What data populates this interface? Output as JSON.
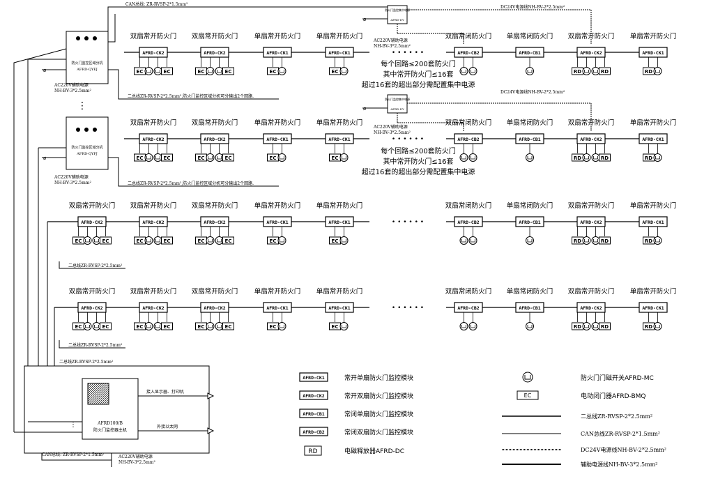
{
  "cluster_panel": {
    "title": "防火门监控区域分机",
    "model": "AFRD-QYFJ",
    "aux_power": "AC220V辅助电源",
    "aux_cable": "NH-BV-3*2.5mm²",
    "bus_note": "二总线ZR-RVSP-2*2.5mm²,防火门监控区域分机可分输出2个回路."
  },
  "can_bus_top": "CAN总线: ZR-RVSP-2*1.5mm²",
  "dc_cable": "DC24V电源线NH-BV-2*2.5mm²",
  "central_power": {
    "label": "防火门监控集中电源",
    "model": "AFRD-DY",
    "aux_power": "AC220V辅助电源",
    "aux_cable": "NH-BV-3*2.5mm²"
  },
  "door_types": {
    "double_open": "双扇常开防火门",
    "single_open": "单扇常开防火门",
    "double_closed": "双扇常闭防火门",
    "single_closed": "单扇常闭防火门"
  },
  "modules": {
    "ck2": "AFRD-CK2",
    "ck1": "AFRD-CK1",
    "cb2": "AFRD-CB2",
    "cb1": "AFRD-CB1"
  },
  "tags": {
    "ec": "EC",
    "rd": "RD"
  },
  "ellipsis": "• • • • • •",
  "notes": [
    "每个回路≤200套防火门",
    "其中常开防火门≤16套",
    "超过16套的超出部分需配置集中电源"
  ],
  "row_bus": "二总线ZR-RVSP-2*2.5mm²",
  "host": {
    "title": "AFRD100/B",
    "subtitle": "防火门监控器主机",
    "out1": "接入显示器、打印机",
    "out2": "外接以太网",
    "can": "CAN总线: ZR-RVSP-2*1.5mm²",
    "aux_power": "AC220V辅助电源",
    "aux_cable": "NH-BV-3*2.5mm²",
    "bus": "二总线ZR-RVSP-2*2.5mm²"
  },
  "legend": {
    "ck1": "常开单扇防火门监控模块",
    "ck2": "常开双扇防火门监控模块",
    "cb1": "常闭单扇防火门监控模块",
    "cb2": "常闭双扇防火门监控模块",
    "rd": "电磁释放器AFRD-DC",
    "mc": "防火门门磁开关AFRD-MC",
    "ec": "电动闭门器AFRD-BMQ",
    "line1": "二总线ZR-RVSP-2*2.5mm²",
    "line2": "CAN总线ZR-RVSP-2*1.5mm²",
    "line3": "DC24V电源线NH-BV-2*2.5mm²",
    "line4": "辅助电源线NH-BV-3*2.5mm²"
  }
}
